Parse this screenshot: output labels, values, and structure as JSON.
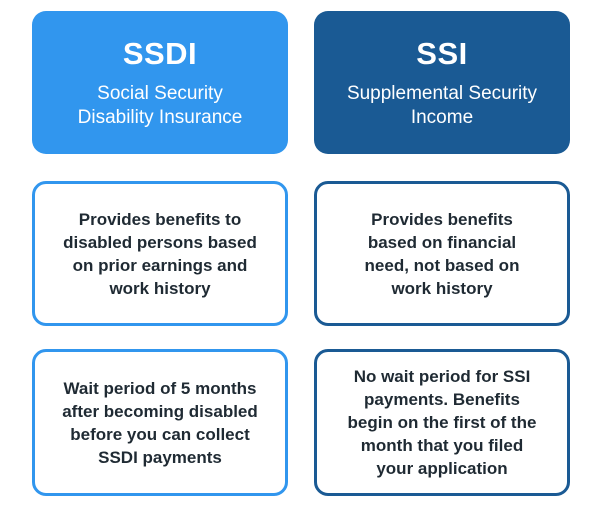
{
  "colors": {
    "ssdi": "#3196ee",
    "ssi": "#1a5a94",
    "text": "#1f2a33"
  },
  "ssdi": {
    "title": "SSDI",
    "subtitle_line1": "Social Security",
    "subtitle_line2": "Disability Insurance",
    "benefits": "Provides benefits to disabled persons based on prior earnings and work history",
    "wait": "Wait period of 5 months after becoming disabled before you can collect SSDI payments"
  },
  "ssi": {
    "title": "SSI",
    "subtitle_line1": "Supplemental Security",
    "subtitle_line2": "Income",
    "benefits": "Provides benefits based on financial need, not based on work history",
    "wait": "No wait period for SSI payments. Benefits begin on the first of the month that you filed your application"
  }
}
